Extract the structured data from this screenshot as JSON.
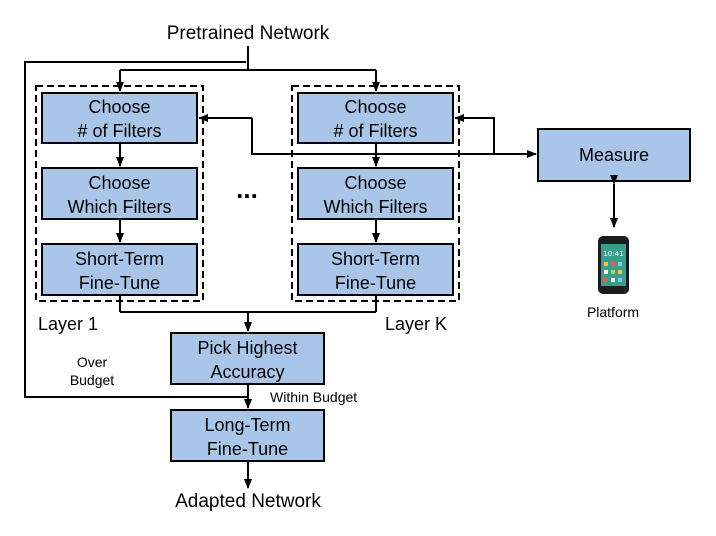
{
  "diagram": {
    "input_label": "Pretrained Network",
    "output_label": "Adapted Network",
    "layer1": {
      "label": "Layer 1",
      "choose_filters": [
        "Choose",
        "# of Filters"
      ],
      "choose_which": [
        "Choose",
        "Which Filters"
      ],
      "short_term": [
        "Short-Term",
        "Fine-Tune"
      ]
    },
    "layerK": {
      "label": "Layer K",
      "choose_filters": [
        "Choose",
        "# of Filters"
      ],
      "choose_which": [
        "Choose",
        "Which Filters"
      ],
      "short_term": [
        "Short-Term",
        "Fine-Tune"
      ]
    },
    "ellipsis": "...",
    "measure": "Measure",
    "platform": "Platform",
    "pick_highest": [
      "Pick Highest",
      "Accuracy"
    ],
    "long_term": [
      "Long-Term",
      "Fine-Tune"
    ],
    "over_budget": [
      "Over",
      "Budget"
    ],
    "within_budget": "Within Budget",
    "phone_clock": "10:41"
  },
  "colors": {
    "box_fill": "#a9c6e8",
    "phone_screen": "#3a9e8a"
  }
}
